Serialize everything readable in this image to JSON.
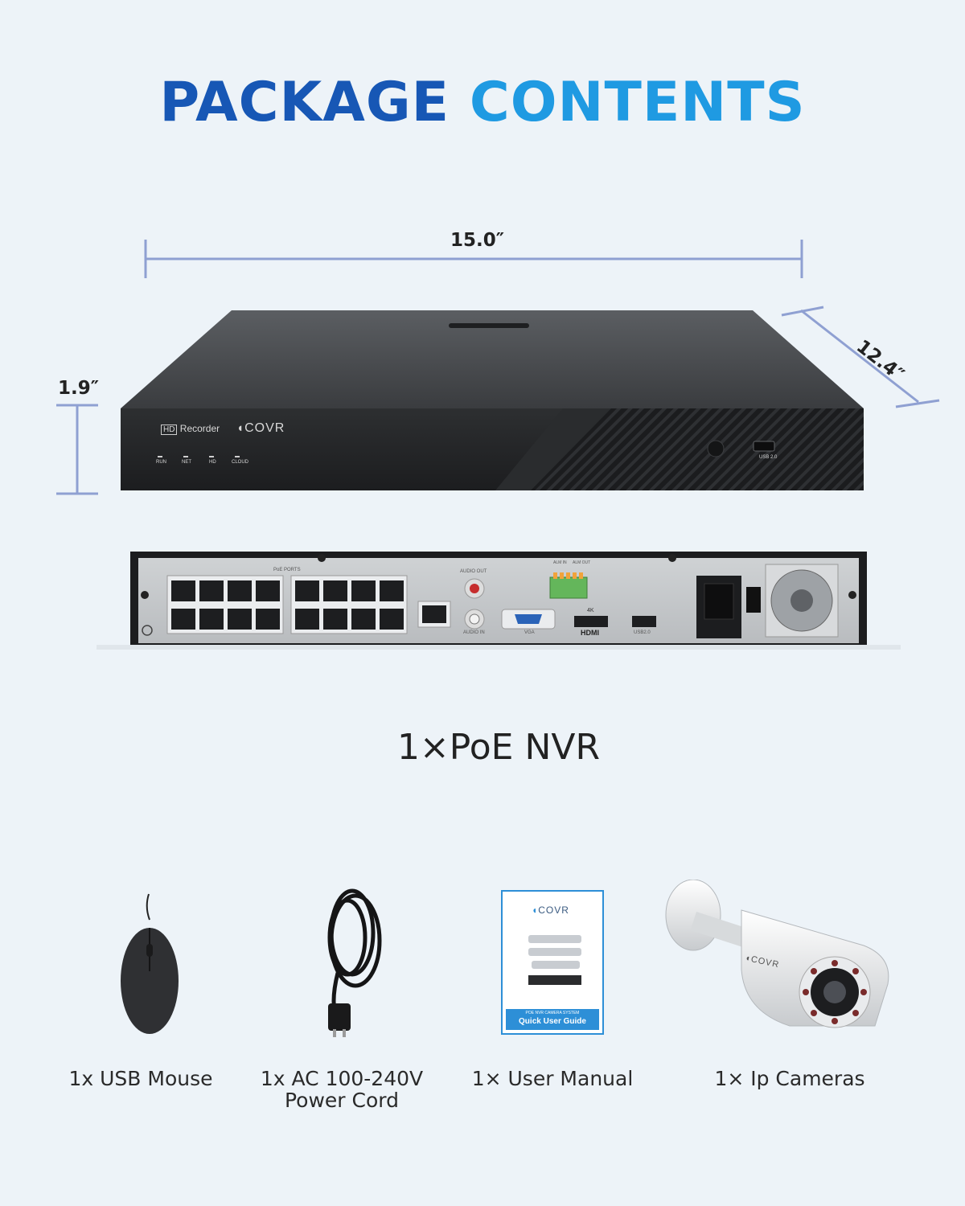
{
  "title": {
    "part1": "PACKAGE",
    "part2": "CONTENTS"
  },
  "colors": {
    "title_dark": "#1757b5",
    "title_light": "#1f9ae2",
    "dimension_line": "#8fa0d2",
    "background": "#edf3f8"
  },
  "dimensions": {
    "width": "15.0″",
    "height": "1.9″",
    "depth": "12.4″"
  },
  "nvr": {
    "front": {
      "model_badge": "HD",
      "model_text": "Recorder",
      "brand": "COVR",
      "leds": [
        "RUN",
        "NET",
        "HD",
        "CLOUD"
      ],
      "usb": "USB 2.0"
    },
    "rear": {
      "poe_label": "PoE PORTS",
      "audio_out": "AUDIO OUT",
      "audio_in": "AUDIO IN",
      "vga": "VGA",
      "hdmi_top": "4K",
      "hdmi": "HDMI",
      "usb": "USB2.0",
      "alarm_in": "ALM IN",
      "alarm_out": "ALM OUT"
    },
    "label": "1×PoE NVR"
  },
  "accessories": [
    {
      "id": "mouse",
      "label": "1x USB Mouse"
    },
    {
      "id": "cord",
      "label_line1": "1x AC 100-240V",
      "label_line2": "Power Cord"
    },
    {
      "id": "manual",
      "label": "1× User Manual"
    },
    {
      "id": "camera",
      "label": "1× Ip Cameras"
    }
  ],
  "manual_cover": {
    "brand": "COVR",
    "subtitle": "POE NVR CAMERA SYSTEM",
    "title": "Quick User Guide"
  },
  "camera_brand": "COVR"
}
